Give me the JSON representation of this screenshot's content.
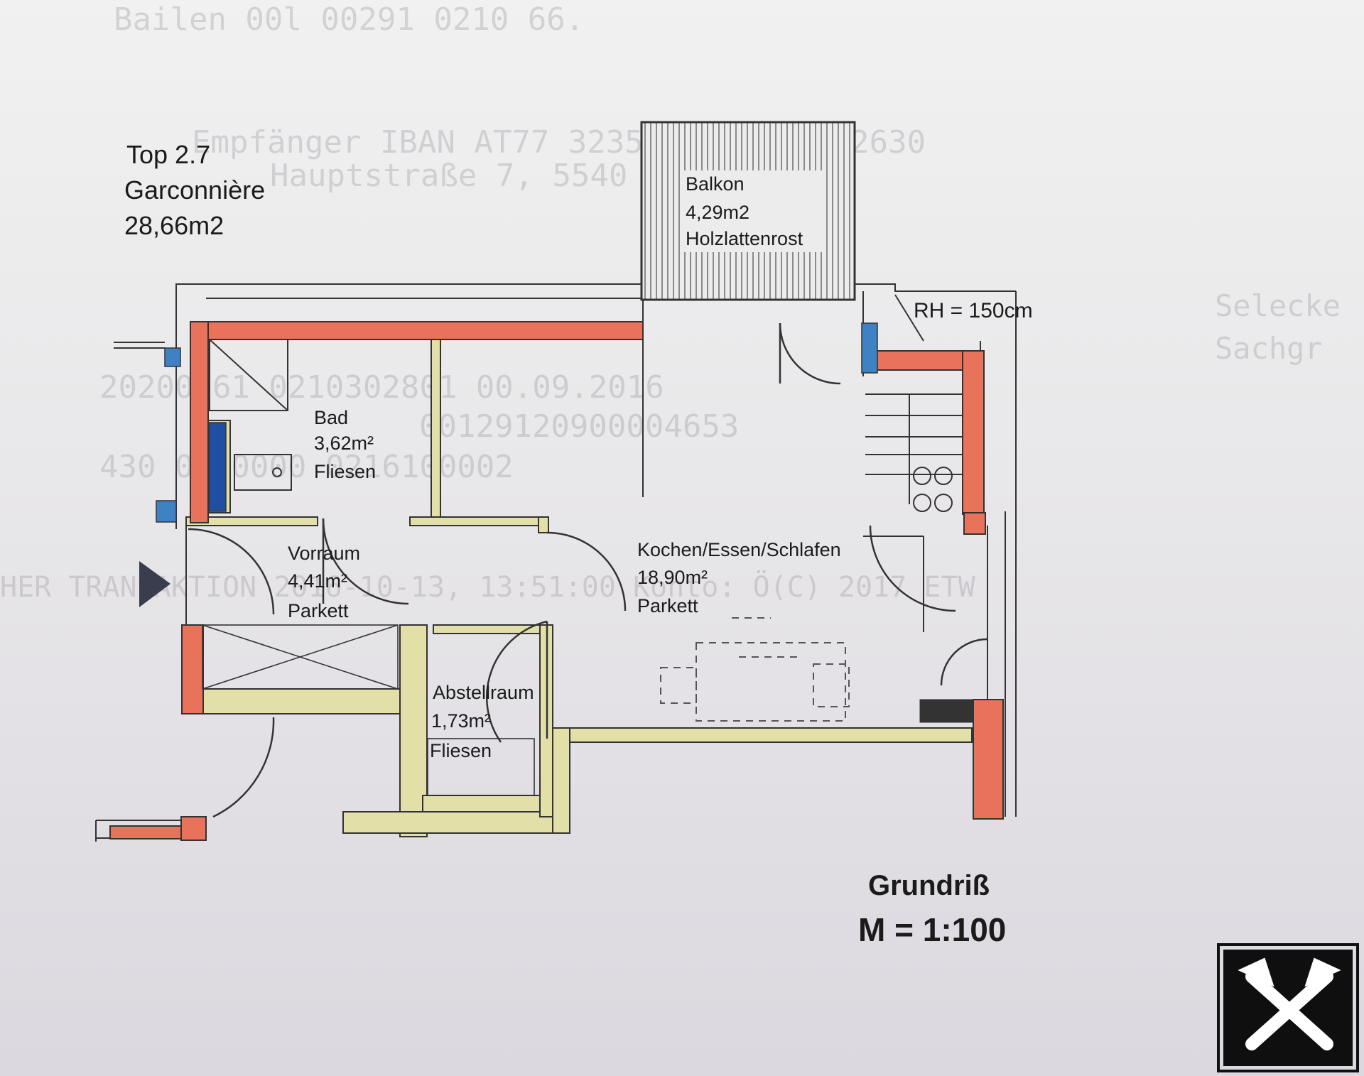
{
  "header": {
    "unit": "Top 2.7",
    "type": "Garconnière",
    "area": "28,66m2"
  },
  "rooms": {
    "balkon": {
      "name": "Balkon",
      "area": "4,29m2",
      "floor": "Holzlattenrost"
    },
    "bad": {
      "name": "Bad",
      "area": "3,62m²",
      "floor": "Fliesen"
    },
    "vorraum": {
      "name": "Vorraum",
      "area": "4,41m²",
      "floor": "Parkett"
    },
    "kochen": {
      "name": "Kochen/Essen/Schlafen",
      "area": "18,90m²",
      "floor": "Parkett"
    },
    "abstellraum": {
      "name": "Abstellraum",
      "area": "1,73m²",
      "floor": "Fliesen"
    }
  },
  "annotations": {
    "rh": "RH = 150cm"
  },
  "footer": {
    "title": "Grundriß",
    "scale": "M = 1:100"
  },
  "colors": {
    "outer_wall": "#e8735a",
    "inner_wall": "#e2e0a8",
    "line": "#333333",
    "column": "#3f82c4",
    "bath_tub": "#1f4fa0",
    "entry_marker": "#3a3d4d"
  },
  "icons": {
    "entrance": "entrance-arrow-icon",
    "logo": "raiffeisen-logo-icon"
  }
}
